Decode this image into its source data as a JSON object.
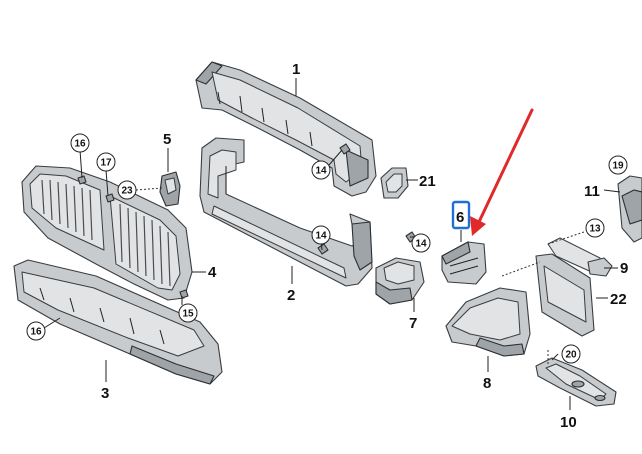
{
  "callouts": {
    "p1": "1",
    "p2": "2",
    "p3": "3",
    "p4": "4",
    "p5": "5",
    "p6": "6",
    "p7": "7",
    "p8": "8",
    "p9": "9",
    "p10": "10",
    "p11": "11",
    "p22": "22",
    "p21": "21"
  },
  "circle_callouts": {
    "c16a": "16",
    "c17": "17",
    "c23": "23",
    "c16b": "16",
    "c15": "15",
    "c14a": "14",
    "c14b": "14",
    "c14c": "14",
    "c13": "13",
    "c19": "19",
    "c20": "20"
  },
  "highlight": {
    "color": "#1f6fd6",
    "arrow_color": "#e02a2a"
  }
}
